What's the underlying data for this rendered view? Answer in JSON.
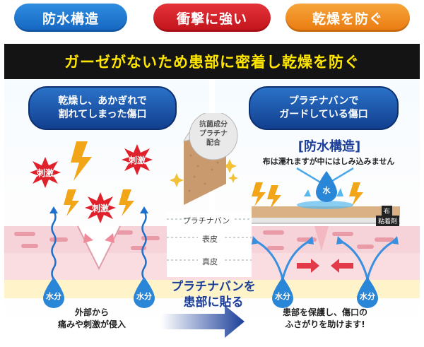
{
  "badges": [
    {
      "label": "防水構造",
      "color": "#1e6fcb"
    },
    {
      "label": "衝撃に強い",
      "color": "#d61f26"
    },
    {
      "label": "乾燥を防ぐ",
      "color": "#f08c1e"
    }
  ],
  "banner": {
    "text": "ガーゼがないため患部に密着し乾燥を防ぐ"
  },
  "left": {
    "caption_line1": "乾燥し、あかぎれで",
    "caption_line2": "割れてしまった傷口",
    "irritant_label": "刺激",
    "water_label": "水分",
    "bottom_line1": "外部から",
    "bottom_line2": "痛みや刺激が侵入"
  },
  "center": {
    "bandage_line1": "抗菌成分",
    "bandage_line2": "プラチナ",
    "bandage_line3": "配合",
    "layer_platinum": "プラチナバン",
    "layer_epidermis": "表皮",
    "layer_dermis": "真皮",
    "apply_line1": "プラチナバンを",
    "apply_line2": "患部に貼る"
  },
  "right": {
    "caption_line1": "プラチナバンで",
    "caption_line2": "ガードしている傷口",
    "structure_title": "防水構造",
    "structure_desc": "布は濡れますが中にはしみ込みません",
    "water_label": "水",
    "cloth_label": "布",
    "adhesive_label": "粘着剤",
    "moisture_label": "水分",
    "bottom_line1": "患部を保護し、傷口の",
    "bottom_line2": "ふさがりを助けます!"
  },
  "colors": {
    "accent_blue": "#1e6fcb",
    "accent_red": "#d61f26",
    "accent_orange": "#f08c1e",
    "banner_text": "#ffe600"
  }
}
